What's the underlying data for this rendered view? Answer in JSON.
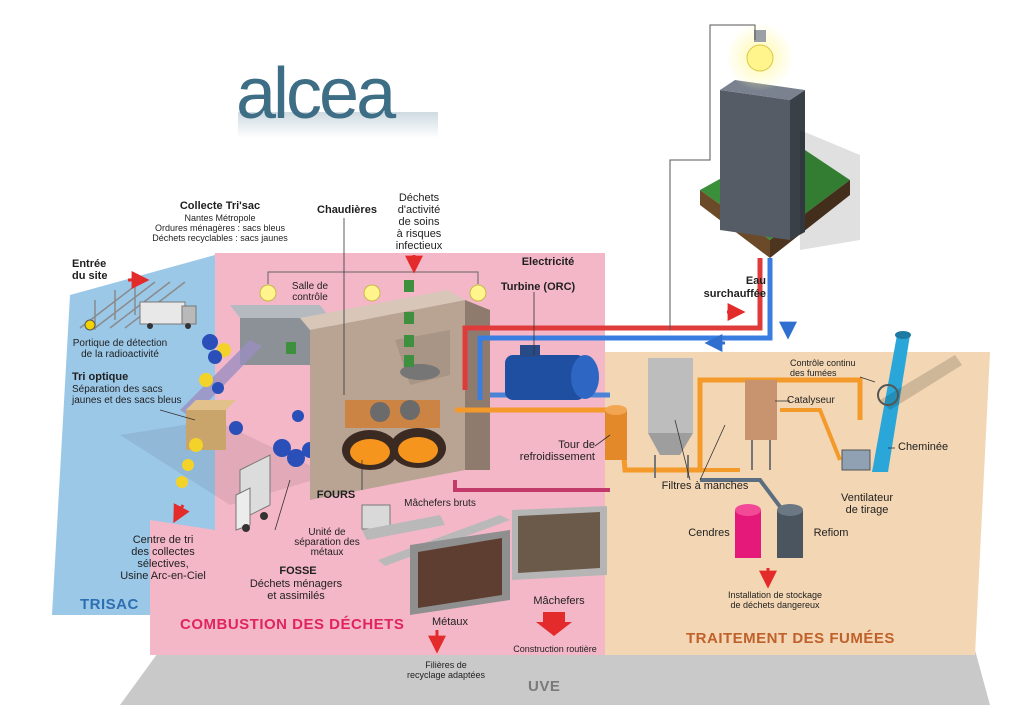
{
  "logo": "alcea",
  "zones": {
    "trisac": "TRISAC",
    "combustion": "COMBUSTION DES DÉCHETS",
    "fumees": "TRAITEMENT DES FUMÉES",
    "uve": "UVE"
  },
  "labels": {
    "entree": "Entrée\ndu site",
    "portique": "Portique de détection\nde la radioactivité",
    "collecte_title": "Collecte Tri'sac",
    "collecte_sub": "Nantes Métropole\nOrdures ménagères : sacs bleus\nDéchets recyclables : sacs jaunes",
    "tri_title": "Tri optique",
    "tri_sub": "Séparation des sacs\njaunes et des sacs bleus",
    "centre_tri": "Centre de tri\ndes collectes\nsélectives,\nUsine Arc-en-Ciel",
    "salle": "Salle de\ncontrôle",
    "chaudieres": "Chaudières",
    "dasri": "Déchets\nd'activité\nde soins\nà risques\ninfectieux",
    "electricite": "Electricité",
    "turbine": "Turbine (ORC)",
    "eau": "Eau\nsurchauffée",
    "tour": "Tour de\nrefroidissement",
    "fours": "FOURS",
    "machefers_bruts": "Mâchefers bruts",
    "unite": "Unité de\nséparation des\nmétaux",
    "fosse_title": "FOSSE",
    "fosse_sub": "Déchets ménagers\net assimilés",
    "metaux": "Métaux",
    "machefers": "Mâchefers",
    "filieres": "Filières de\nrecyclage adaptées",
    "construction": "Construction routière",
    "controle": "Contrôle continu\ndes fumées",
    "catalyseur": "Catalyseur",
    "filtres": "Filtres à manches",
    "cheminee": "Cheminée",
    "ventilateur": "Ventilateur\nde tirage",
    "cendres": "Cendres",
    "refiom": "Refiom",
    "installation": "Installation de stockage\nde déchets dangereux"
  },
  "colors": {
    "trisac_zone": "#9cc8e8",
    "combustion_zone": "#f4b7c8",
    "fumees_zone": "#f3d6b3",
    "uve_zone": "#c9c9c9",
    "title_trisac": "#2d6fb0",
    "title_combustion": "#e0245e",
    "title_fumees": "#c0602a",
    "title_uve": "#7a7a7a",
    "arrow_red": "#e32b2b",
    "pipe_blue": "#2f6fd0",
    "pipe_orange": "#f39a2a",
    "logo": "#3e6e86"
  }
}
